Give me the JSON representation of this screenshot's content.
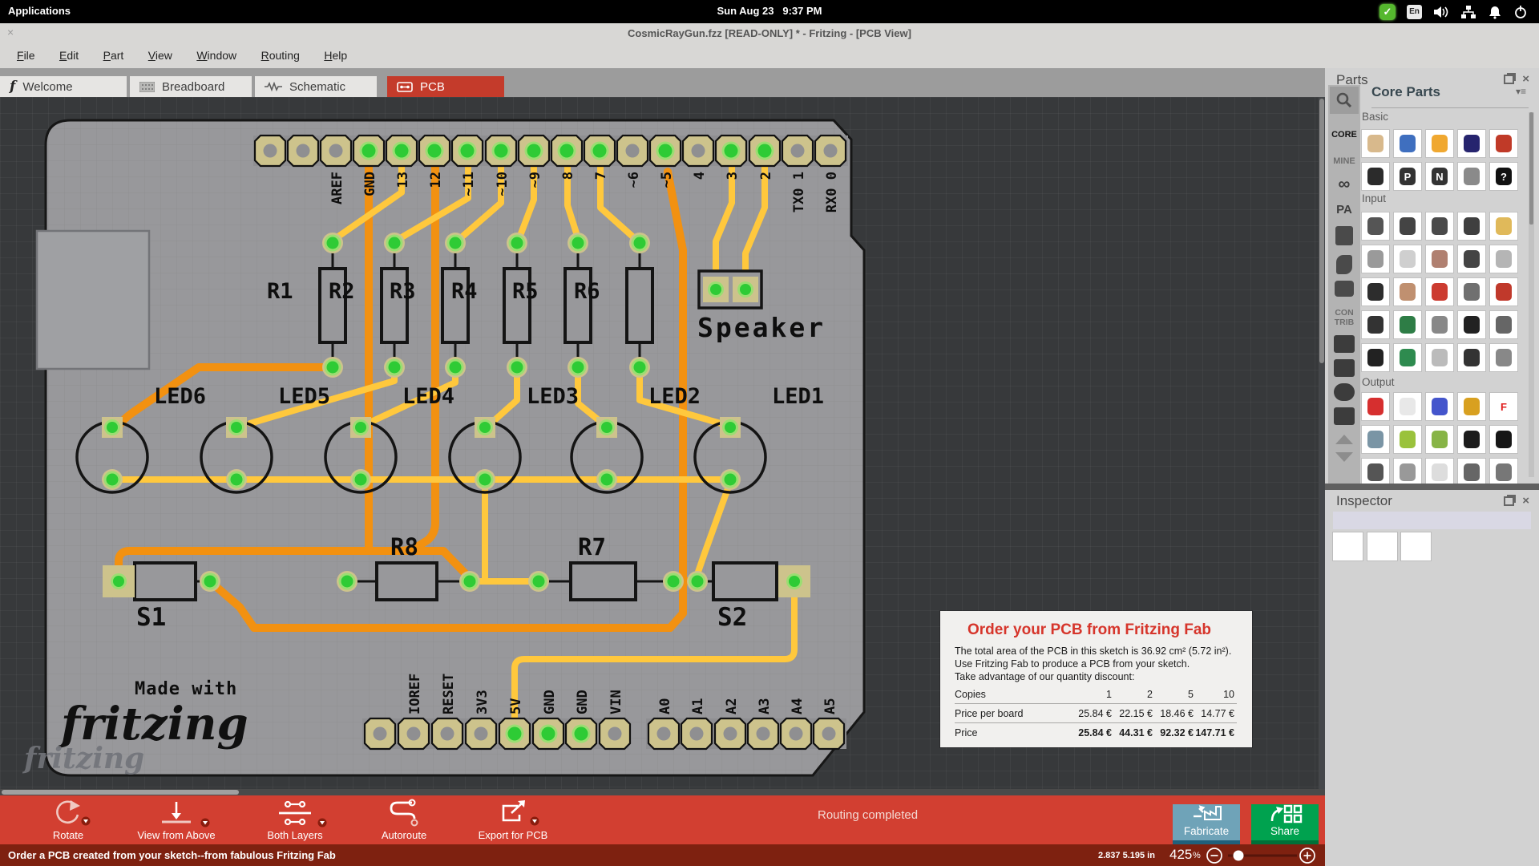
{
  "colors": {
    "tab_active": "#c43b2b",
    "toolbar_red": "#d23f31",
    "statusbar_maroon": "#7e2110",
    "trace_yellow": "#FFC83D",
    "trace_orange": "#F29111",
    "pad_green": "#2ecb35",
    "pad_glow": "#9ade72",
    "pad_ring": "#cdc38c",
    "board_gray": "#98989b",
    "fabricate_blue": "#6fa3b8",
    "share_green": "#00a24f"
  },
  "topbar": {
    "applications": "Applications",
    "date": "Sun Aug 23",
    "time": "9:37 PM",
    "lang_badge": "En",
    "check": "✓"
  },
  "window": {
    "title": "CosmicRayGun.fzz [READ-ONLY] * - Fritzing - [PCB View]",
    "close": "×"
  },
  "menu": {
    "items": [
      "File",
      "Edit",
      "Part",
      "View",
      "Window",
      "Routing",
      "Help"
    ]
  },
  "tabs": {
    "welcome": "Welcome",
    "breadboard": "Breadboard",
    "schematic": "Schematic",
    "pcb": "PCB"
  },
  "board": {
    "top_header_left_labels": [
      "",
      "",
      "AREF",
      "GND",
      "13",
      "12",
      "~11",
      "~10",
      "~9",
      "8"
    ],
    "top_header_left_connected": [
      false,
      false,
      false,
      true,
      true,
      true,
      true,
      true,
      true,
      true
    ],
    "top_header_right_labels": [
      "7",
      "~6",
      "~5",
      "4",
      "3",
      "2",
      "TX0 1",
      "RX0 0"
    ],
    "top_header_right_connected": [
      true,
      false,
      true,
      false,
      true,
      true,
      false,
      false
    ],
    "bottom_header_left_labels": [
      "",
      "IOREF",
      "RESET",
      "3V3",
      "5V",
      "GND",
      "GND",
      "VIN"
    ],
    "bottom_header_left_connected": [
      false,
      false,
      false,
      false,
      true,
      true,
      true,
      false
    ],
    "bottom_header_right_labels": [
      "A0",
      "A1",
      "A2",
      "A3",
      "A4",
      "A5"
    ],
    "bottom_header_right_connected": [
      false,
      false,
      false,
      false,
      false,
      false
    ],
    "vertical_resistors": [
      "R1",
      "R2",
      "R3",
      "R4",
      "R5",
      "R6"
    ],
    "horizontal_resistors": [
      "R8",
      "R7"
    ],
    "switch_labels": [
      "S1",
      "S2"
    ],
    "led_labels": [
      "LED6",
      "LED5",
      "LED4",
      "LED3",
      "LED2",
      "LED1"
    ],
    "speaker_label": "Speaker",
    "made_with": "Made with",
    "logo": "fritzing",
    "watermark": "fritzing"
  },
  "fab_dialog": {
    "title": "Order your PCB from Fritzing Fab",
    "line1": "The total area of the PCB in this sketch is 36.92 cm² (5.72 in²).",
    "line2": "Use Fritzing Fab to produce a PCB from your sketch.",
    "line3": "Take advantage of our quantity discount:",
    "header": [
      "Copies",
      "1",
      "2",
      "5",
      "10"
    ],
    "row1": [
      "Price per board",
      "25.84 €",
      "22.15 €",
      "18.46 €",
      "14.77 €"
    ],
    "row2": [
      "Price",
      "25.84 €",
      "44.31 €",
      "92.32 €",
      "147.71 €"
    ]
  },
  "parts_panel": {
    "title": "Parts",
    "header": "Core Parts",
    "rail": {
      "core": "CORE",
      "mine": "MINE",
      "pa": "PA",
      "infinity": "∞",
      "contrib1": "CON",
      "contrib2": "TRIB"
    },
    "sections": {
      "basic": "Basic",
      "input": "Input",
      "output": "Output"
    },
    "tiles": {
      "basic": [
        [
          {
            "n": "resistor",
            "c": "#d8b98c"
          },
          {
            "n": "ceramic-capacitor",
            "c": "#3f6fbf"
          },
          {
            "n": "tantalum-capacitor",
            "c": "#f0a830"
          },
          {
            "n": "electrolytic-capacitor",
            "c": "#26246e"
          },
          {
            "n": "inductor",
            "c": "#c03a28"
          }
        ],
        [
          {
            "n": "diode",
            "c": "#2b2b2b"
          },
          {
            "n": "transistor-pnp",
            "c": "#333333",
            "t": "P"
          },
          {
            "n": "transistor-npn",
            "c": "#333333",
            "t": "N"
          },
          {
            "n": "fet",
            "c": "#8a8a8a"
          },
          {
            "n": "mystery-part",
            "c": "#111111",
            "t": "?"
          }
        ]
      ],
      "input": [
        [
          {
            "n": "trimmer-pot",
            "c": "#555555"
          },
          {
            "n": "rotary-pot",
            "c": "#444444"
          },
          {
            "n": "slide-pot",
            "c": "#4a4a4a"
          },
          {
            "n": "dip-switch",
            "c": "#3f3f3f"
          },
          {
            "n": "rotary-encoder",
            "c": "#e0b95a"
          }
        ],
        [
          {
            "n": "potentiometer",
            "c": "#9a9a9a"
          },
          {
            "n": "slide-switch",
            "c": "#cfcfcf"
          },
          {
            "n": "pushbutton",
            "c": "#b08070"
          },
          {
            "n": "toggle-switch",
            "c": "#444444"
          },
          {
            "n": "tilt-sensor",
            "c": "#b5b5b5"
          }
        ],
        [
          {
            "n": "force-sensor",
            "c": "#2d2d2d"
          },
          {
            "n": "flex-sensor",
            "c": "#c09070"
          },
          {
            "n": "photoresistor",
            "c": "#cc3b30"
          },
          {
            "n": "distance-sensor",
            "c": "#707070"
          },
          {
            "n": "imu-breakout",
            "c": "#c0392b"
          }
        ],
        [
          {
            "n": "sensor",
            "c": "#333333"
          },
          {
            "n": "sensor-board",
            "c": "#2e7d46"
          },
          {
            "n": "sensor-module",
            "c": "#888888"
          },
          {
            "n": "probe",
            "c": "#222222"
          },
          {
            "n": "module",
            "c": "#666666"
          }
        ],
        [
          {
            "n": "microphone",
            "c": "#222222"
          },
          {
            "n": "gps-module",
            "c": "#2e8b4f"
          },
          {
            "n": "sensor-white",
            "c": "#bbbbbb"
          },
          {
            "n": "probe-thin",
            "c": "#333333"
          },
          {
            "n": "module-gray",
            "c": "#888888"
          }
        ]
      ],
      "output": [
        [
          {
            "n": "led-red",
            "c": "#d62f2f"
          },
          {
            "n": "led-white",
            "c": "#e8e8e8"
          },
          {
            "n": "led-blue",
            "c": "#4455cc"
          },
          {
            "n": "rgb-led-module",
            "c": "#d8a020"
          },
          {
            "n": "seven-segment",
            "c": "#ffffff",
            "t": "F",
            "tc": "#e02020"
          }
        ],
        [
          {
            "n": "led-matrix",
            "c": "#7a95a5"
          },
          {
            "n": "lcd-16x2",
            "c": "#9ac23c"
          },
          {
            "n": "lcd-graphic",
            "c": "#87b446"
          },
          {
            "n": "piezo-buzzer",
            "c": "#1c1c1c"
          },
          {
            "n": "loudspeaker",
            "c": "#161616"
          }
        ],
        [
          {
            "n": "motor-ring",
            "c": "#555555"
          },
          {
            "n": "dc-motor",
            "c": "#999999"
          },
          {
            "n": "relay-module",
            "c": "#dddddd"
          },
          {
            "n": "servo",
            "c": "#666666"
          },
          {
            "n": "stepper-motor",
            "c": "#777777"
          }
        ]
      ]
    }
  },
  "inspector": {
    "title": "Inspector"
  },
  "toolbar": {
    "rotate": "Rotate",
    "view_from_above": "View from Above",
    "both_layers": "Both Layers",
    "autoroute": "Autoroute",
    "export_for_pcb": "Export for PCB",
    "status": "Routing completed",
    "fabricate": "Fabricate",
    "share": "Share"
  },
  "statusbar": {
    "message": "Order a PCB created from your sketch--from fabulous Fritzing Fab",
    "coords": "2.837 5.195 in",
    "zoom_value": "425",
    "zoom_unit": "%"
  }
}
